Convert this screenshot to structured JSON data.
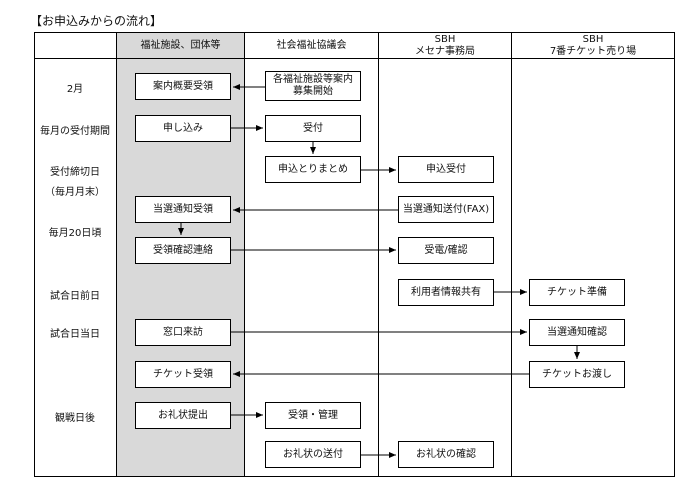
{
  "title": "【お申込みからの流れ】",
  "columns": [
    {
      "lines": [
        "福祉施設、団体等"
      ]
    },
    {
      "lines": [
        "社会福祉協議会"
      ]
    },
    {
      "lines": [
        "SBH",
        "メセナ事務局"
      ]
    },
    {
      "lines": [
        "SBH",
        "7番チケット売り場"
      ]
    }
  ],
  "row_labels": [
    "2月",
    "毎月の受付期間",
    "受付締切日",
    "（毎月月末）",
    "毎月20日頃",
    "試合日前日",
    "試合日当日",
    "観戦日後"
  ],
  "boxes": {
    "b1": [
      "案内概要受領"
    ],
    "b2": [
      "各福祉施設等案内",
      "募集開始"
    ],
    "b3": [
      "申し込み"
    ],
    "b4": [
      "受付"
    ],
    "b5": [
      "申込とりまとめ"
    ],
    "b6": [
      "申込受付"
    ],
    "b7": [
      "当選通知受領"
    ],
    "b8": [
      "当選通知送付(FAX)"
    ],
    "b9": [
      "受領確認連絡"
    ],
    "b10": [
      "受電/確認"
    ],
    "b11": [
      "利用者情報共有"
    ],
    "b12": [
      "チケット準備"
    ],
    "b13": [
      "窓口来訪"
    ],
    "b14": [
      "当選通知確認"
    ],
    "b15": [
      "チケット受領"
    ],
    "b16": [
      "チケットお渡し"
    ],
    "b17": [
      "お礼状提出"
    ],
    "b18": [
      "受領・管理"
    ],
    "b19": [
      "お礼状の送付"
    ],
    "b20": [
      "お礼状の確認"
    ]
  }
}
